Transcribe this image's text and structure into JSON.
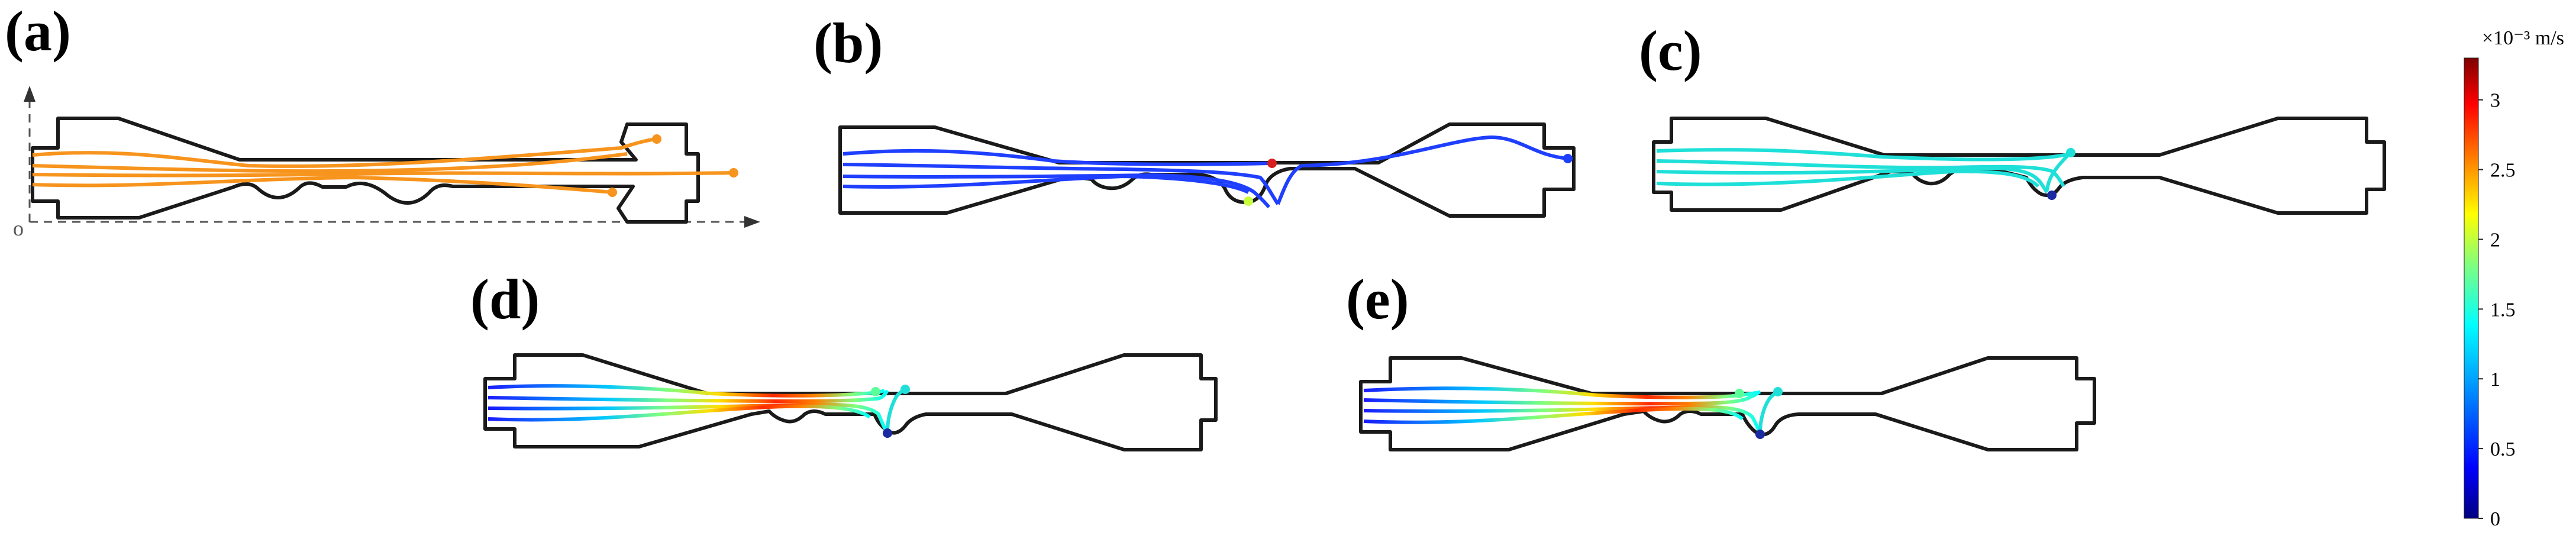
{
  "panels": [
    {
      "label": "(a)"
    },
    {
      "label": "(b)"
    },
    {
      "label": "(c)"
    },
    {
      "label": "(d)"
    },
    {
      "label": "(e)"
    }
  ],
  "axes": {
    "origin_label": "o"
  },
  "colorbar": {
    "unit_label": "×10⁻³ m/s",
    "min": 0,
    "max": 3.3,
    "ticks": [
      "0",
      "0.5",
      "1",
      "1.5",
      "2",
      "2.5",
      "3"
    ],
    "colormap": [
      "#00007f",
      "#0000ff",
      "#00a0ff",
      "#00ffff",
      "#7fff7f",
      "#ffff00",
      "#ff8000",
      "#ff0000",
      "#7f0000"
    ]
  },
  "colors": {
    "outline": "#1a1a1a",
    "streamline_a": "#f7941d"
  }
}
